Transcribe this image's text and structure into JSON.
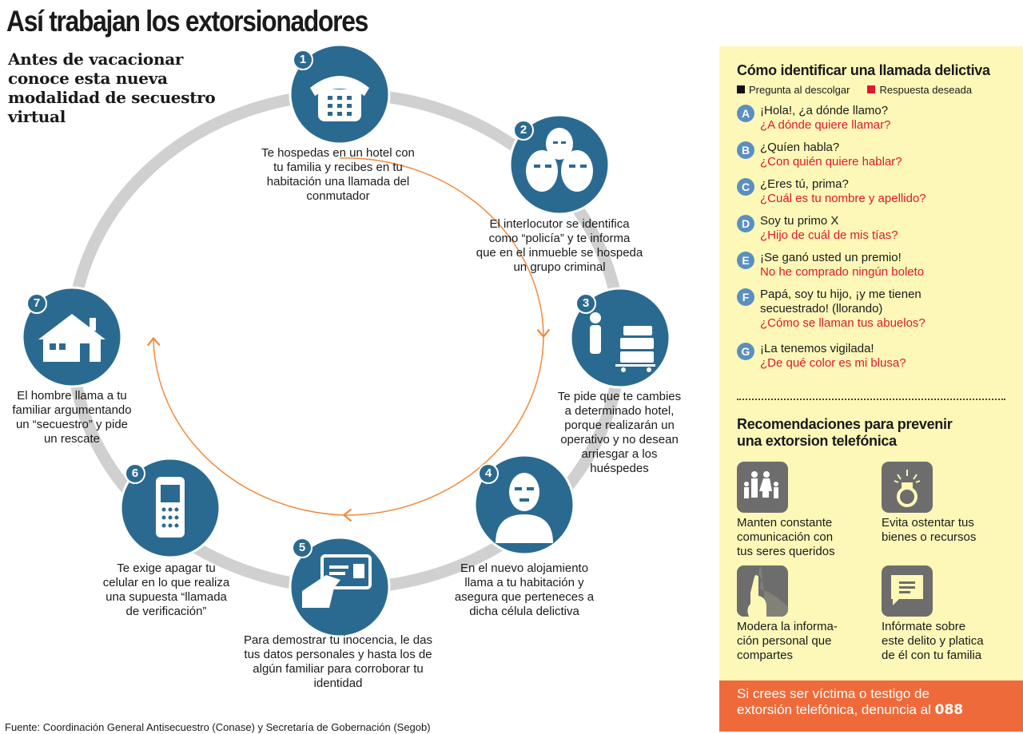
{
  "title": "Así trabajan los extorsionadores",
  "subtitle": "Antes de vacacionar\nconoce esta nueva\nmodalidad de secuestro\nvirtual",
  "colors": {
    "step_blue": "#2b6a90",
    "ring": "#d0d0d0",
    "arrow": "#f08a3c",
    "panel": "#fdf8b8",
    "badge": "#5b8fc0",
    "answer": "#e3162e",
    "cta": "#ef6a3a"
  },
  "steps": [
    {
      "num": "1",
      "icon": "telephone-icon",
      "text": "Te hospedas en un hotel con\ntu familia y recibes en tu\nhabitación una llamada del\nconmutador"
    },
    {
      "num": "2",
      "icon": "masked-men-icon",
      "text": "El interlocutor se identifica\ncomo “policía” y te informa\nque en el inmueble se hospeda\nun grupo criminal"
    },
    {
      "num": "3",
      "icon": "luggage-cart-icon",
      "text": "Te pide que te cambies\na determinado hotel,\nporque realizarán un\noperativo y no desean\narriesgar a los\nhuéspedes"
    },
    {
      "num": "4",
      "icon": "masked-man-icon",
      "text": "En el nuevo alojamiento\nllama a tu habitación y\nasegura que perteneces a\ndicha célula delictiva"
    },
    {
      "num": "5",
      "icon": "id-card-icon",
      "text": "Para demostrar tu inocencia, le das\ntus datos personales y hasta los de\nalgún familiar para corroborar tu\nidentidad"
    },
    {
      "num": "6",
      "icon": "cellphone-icon",
      "text": "Te exige apagar tu\ncelular en lo que realiza\nuna supuesta “llamada\nde verificación”"
    },
    {
      "num": "7",
      "icon": "house-icon",
      "text": "El hombre llama a tu\nfamiliar argumentando\nun “secuestro” y pide\nun rescate"
    }
  ],
  "footer": "Fuente: Coordinación General Antisecuestro (Conase) y Secretaría de Gobernación (Segob)",
  "panel": {
    "identify_title": "Cómo identificar una llamada delictiva",
    "legend_question": "Pregunta al descolgar",
    "legend_answer": "Respuesta deseada",
    "questions": [
      {
        "letter": "A",
        "q": "¡Hola!, ¿a dónde llamo?",
        "a": "¿A dónde quiere llamar?"
      },
      {
        "letter": "B",
        "q": "¿Quíen habla?",
        "a": "¿Con quién quiere hablar?"
      },
      {
        "letter": "C",
        "q": "¿Eres tú, prima?",
        "a": "¿Cuál es tu nombre y apellido?"
      },
      {
        "letter": "D",
        "q": "Soy tu primo X",
        "a": "¿Hijo de cuál de mis tías?"
      },
      {
        "letter": "E",
        "q": "¡Se ganó usted un premio!",
        "a": "No he comprado ningún boleto"
      },
      {
        "letter": "F",
        "q": "Papá, soy tu hijo, ¡y me tienen\nsecuestrado! (llorando)",
        "a": "¿Cómo se llaman tus abuelos?"
      },
      {
        "letter": "G",
        "q": "¡La tenemos vigilada!",
        "a": "¿De qué color es mi blusa?"
      }
    ],
    "rec_title": "Recomendaciones para prevenir\nuna extorsion telefónica",
    "recs": [
      {
        "icon": "family-icon",
        "text": "Manten constante\ncomunicación con\ntus seres queridos"
      },
      {
        "icon": "ring-icon",
        "text": "Evita ostentar tus\nbienes o recursos"
      },
      {
        "icon": "silence-icon",
        "text": "Modera la informa-\nción personal que\ncompartes"
      },
      {
        "icon": "chat-bubble-icon",
        "text": "Infórmate sobre\neste delito y platica\nde él con tu familia"
      }
    ],
    "cta_text": "Si crees ser víctima o testigo de\nextorsión telefónica, denuncia al ",
    "cta_number": "088"
  }
}
